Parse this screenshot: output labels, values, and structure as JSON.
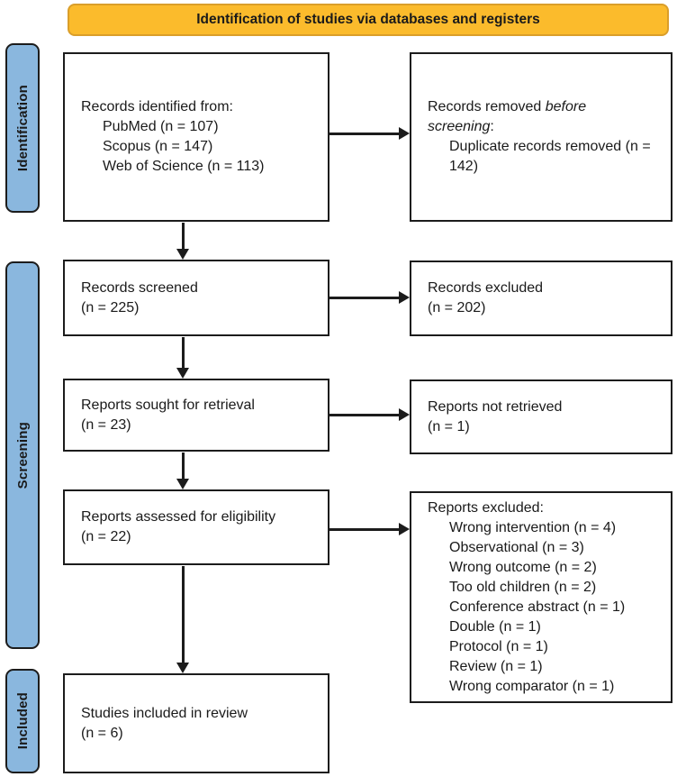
{
  "header": {
    "title": "Identification of studies via databases and registers"
  },
  "stages": {
    "identification": "Identification",
    "screening": "Screening",
    "included": "Included"
  },
  "boxes": {
    "records_identified": {
      "title": "Records identified from:",
      "items": [
        "PubMed (n = 107)",
        "Scopus (n = 147)",
        "Web of Science (n = 113)"
      ]
    },
    "records_removed": {
      "line1_prefix": "Records removed ",
      "line1_em": "before",
      "line2_em": "screening",
      "line2_suffix": ":",
      "items": [
        "Duplicate records removed (n = 142)"
      ]
    },
    "records_screened": {
      "line1": "Records screened",
      "line2": "(n = 225)"
    },
    "records_excluded": {
      "line1": "Records excluded",
      "line2": "(n = 202)"
    },
    "reports_sought": {
      "line1": "Reports sought for retrieval",
      "line2": "(n = 23)"
    },
    "reports_not_retrieved": {
      "line1": "Reports not retrieved",
      "line2": "(n = 1)"
    },
    "reports_assessed": {
      "line1": "Reports assessed for eligibility",
      "line2": "(n = 22)"
    },
    "reports_excluded": {
      "title": "Reports excluded:",
      "items": [
        "Wrong intervention (n = 4)",
        "Observational (n = 3)",
        "Wrong outcome (n = 2)",
        "Too old children (n = 2)",
        "Conference abstract (n = 1)",
        "Double (n = 1)",
        "Protocol (n = 1)",
        "Review (n = 1)",
        "Wrong comparator (n = 1)"
      ]
    },
    "studies_included": {
      "line1": "Studies included in review",
      "line2": "(n = 6)"
    }
  },
  "colors": {
    "header_bg": "#FBBB2C",
    "header_border": "#DA9E2A",
    "stage_bg": "#8AB7DE",
    "line_color": "#1C1C1C",
    "text_color": "#1A1A1A"
  }
}
